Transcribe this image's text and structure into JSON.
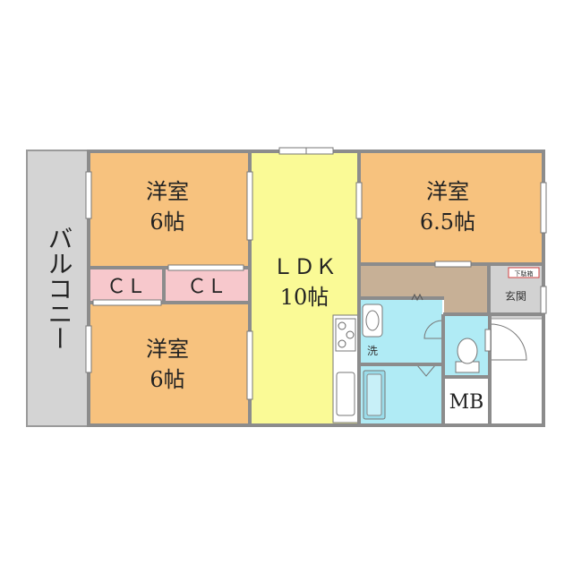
{
  "rooms": {
    "balcony": {
      "label": "バルコニー"
    },
    "western_top_left": {
      "line1": "洋室",
      "line2": "6帖"
    },
    "western_bottom_left": {
      "line1": "洋室",
      "line2": "6帖"
    },
    "western_right": {
      "line1": "洋室",
      "line2": "6.5帖"
    },
    "ldk": {
      "line1": "ＬＤＫ",
      "line2": "10帖"
    },
    "closet_1": {
      "label": "ＣＬ"
    },
    "closet_2": {
      "label": "ＣＬ"
    },
    "entrance": {
      "label": "玄関"
    },
    "shoe_box": {
      "label": "下駄箱"
    },
    "washroom": {
      "label": "洗"
    },
    "meter_box": {
      "label": "MB"
    }
  },
  "colors": {
    "wall": "#8c8c8c",
    "balcony": "#d4d4d4",
    "western": "#f7c27e",
    "ldk": "#fafa96",
    "closet": "#f7c8cc",
    "hall": "#c7b096",
    "entrance": "#d2d2d2",
    "wet": "#b0ebf5",
    "white": "#ffffff"
  }
}
